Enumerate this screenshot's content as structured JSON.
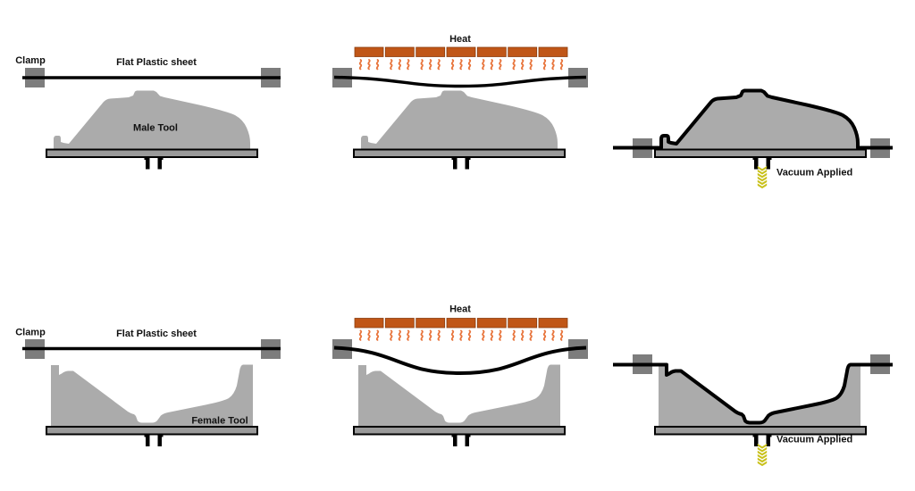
{
  "colors": {
    "background": "#ffffff",
    "tool_gray": "#ababab",
    "base_gray": "#9a9a9a",
    "clamp_gray": "#7d7d7d",
    "sheet_black": "#000000",
    "heater_orange": "#c05617",
    "heater_edge": "#8a3d10",
    "flame_orange": "#e8743b",
    "vacuum_yellow": "#c9c11b",
    "label_black": "#111111"
  },
  "heaters": {
    "block_count": 7,
    "flames_per_block": 3
  },
  "vacuum": {
    "arrow_count": 6
  },
  "panels": {
    "male_clamped": {
      "clamp_label": "Clamp",
      "sheet_label": "Flat Plastic sheet",
      "tool_label": "Male Tool"
    },
    "male_heated": {
      "heat_label": "Heat"
    },
    "male_vacuum": {
      "vacuum_label": "Vacuum Applied"
    },
    "female_clamped": {
      "clamp_label": "Clamp",
      "sheet_label": "Flat Plastic sheet",
      "tool_label": "Female Tool"
    },
    "female_heated": {
      "heat_label": "Heat"
    },
    "female_vacuum": {
      "vacuum_label": "Vacuum Applied"
    }
  }
}
